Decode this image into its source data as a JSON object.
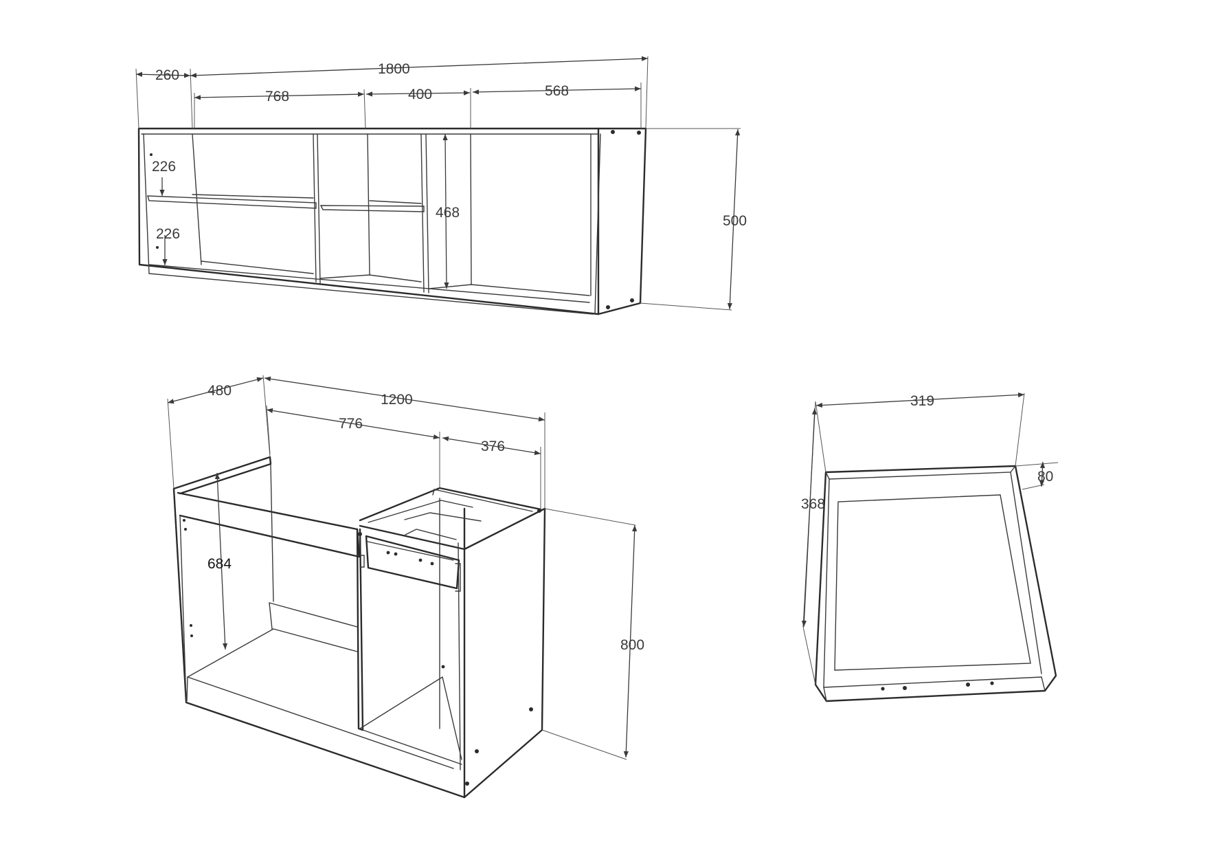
{
  "wall_cabinet": {
    "total_width": "1800",
    "side_depth": "260",
    "sec_left": "768",
    "sec_mid": "400",
    "sec_right": "568",
    "shelf_top_gap": "226",
    "shelf_bottom_gap": "226",
    "inner_height": "468",
    "height": "500"
  },
  "base_cabinet": {
    "depth": "480",
    "total_width": "1200",
    "sec_left": "776",
    "sec_right": "376",
    "inner_height": "684",
    "height": "800"
  },
  "drawer": {
    "width": "319",
    "depth": "368",
    "height": "80"
  }
}
